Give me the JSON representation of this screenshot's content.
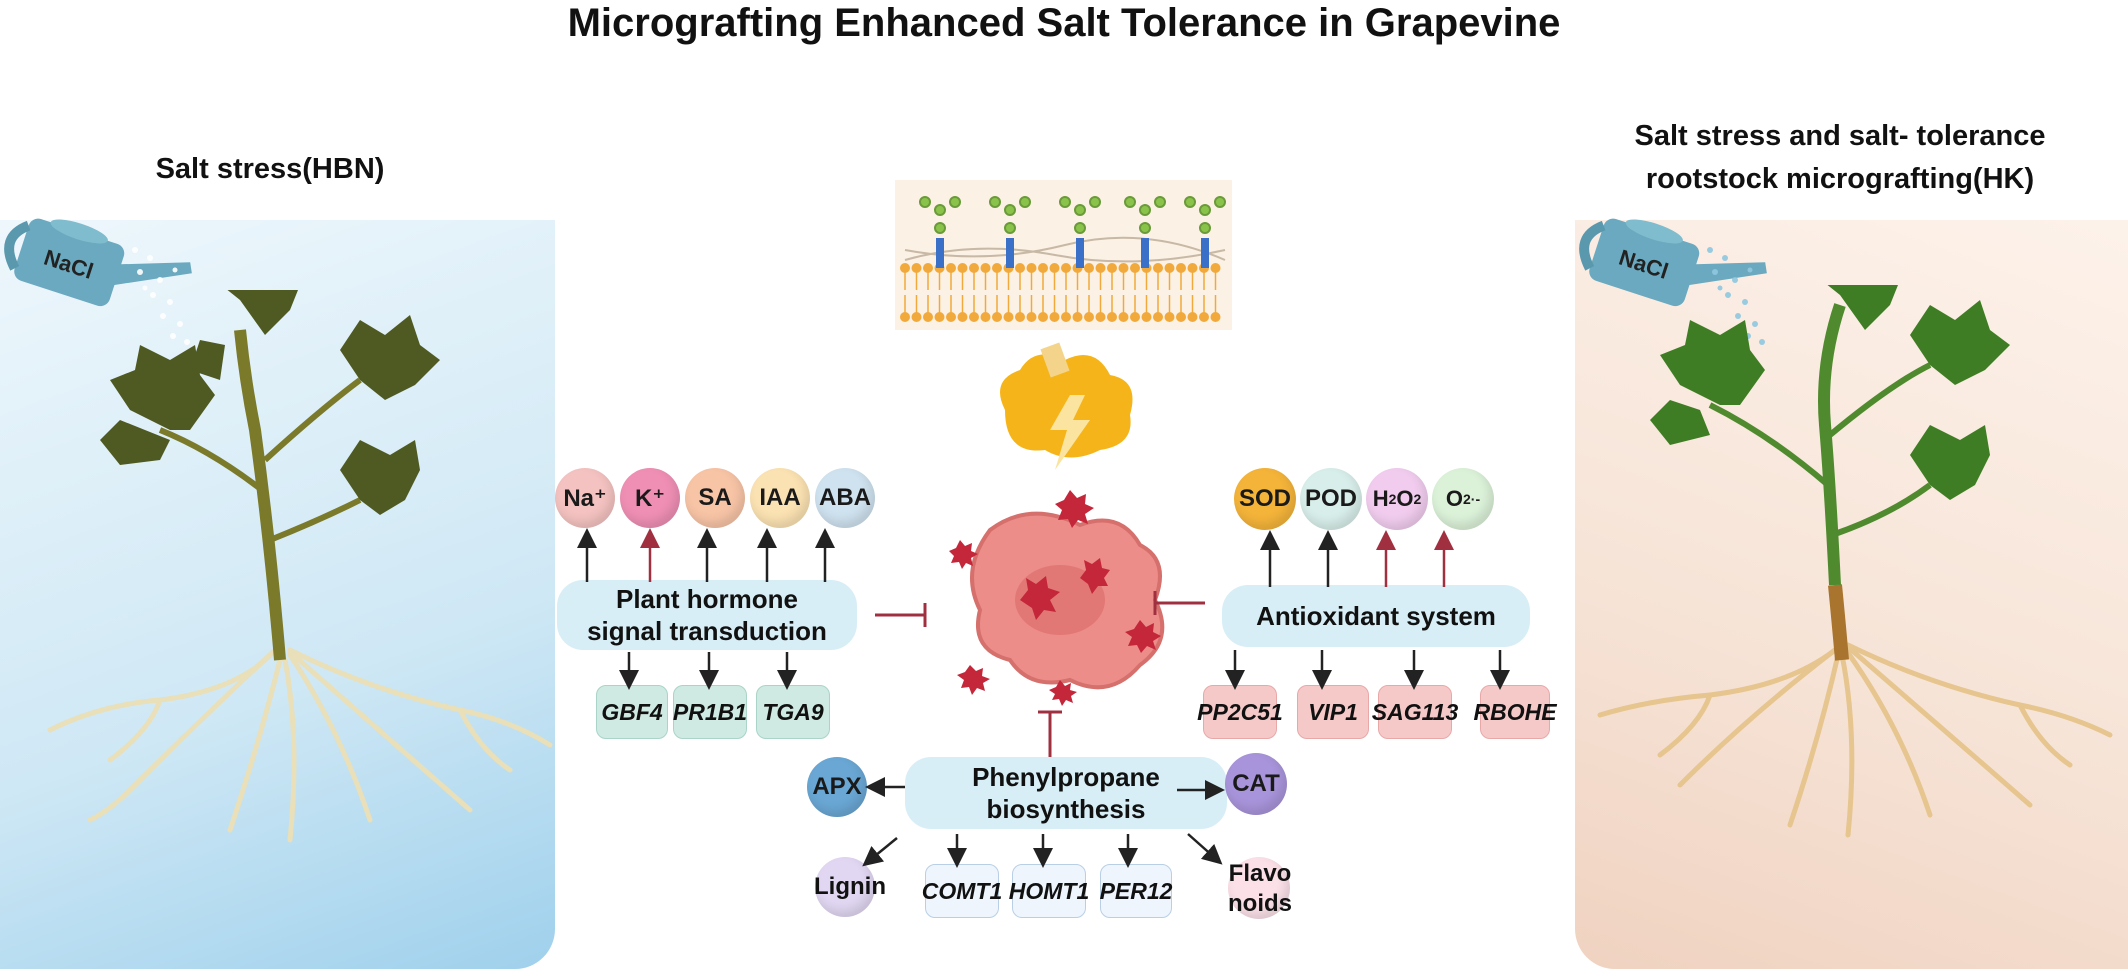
{
  "title": "Micrografting Enhanced Salt Tolerance in Grapevine",
  "left_panel": {
    "title": "Salt stress(HBN)",
    "can_label": "NaCl"
  },
  "right_panel": {
    "title_line1": "Salt stress and salt- tolerance",
    "title_line2": "rootstock micrografting(HK)",
    "can_label": "NaCl"
  },
  "hormone": {
    "label_line1": "Plant hormone",
    "label_line2": "signal transduction",
    "nodes": [
      "Na⁺",
      "K⁺",
      "SA",
      "IAA",
      "ABA"
    ],
    "genes": [
      "GBF4",
      "PR1B1",
      "TGA9"
    ]
  },
  "antioxidant": {
    "label": "Antioxidant system",
    "nodes": [
      "SOD",
      "POD"
    ],
    "genes": [
      "PP2C51",
      "VIP1",
      "SAG113",
      "RBOHE"
    ]
  },
  "phenyl": {
    "label_line1": "Phenylpropane",
    "label_line2": "biosynthesis",
    "left_node": "APX",
    "right_node": "CAT",
    "lignin": "Lignin",
    "flavo_line1": "Flavo",
    "flavo_line2": "noids",
    "genes": [
      "COMT1",
      "HOMT1",
      "PER12"
    ]
  },
  "colors": {
    "arrow_up_red": "#a03040",
    "inhibit": "#a03040",
    "left_panel_bg": "#bfe0f2",
    "right_panel_bg": "#f6e0d0"
  }
}
